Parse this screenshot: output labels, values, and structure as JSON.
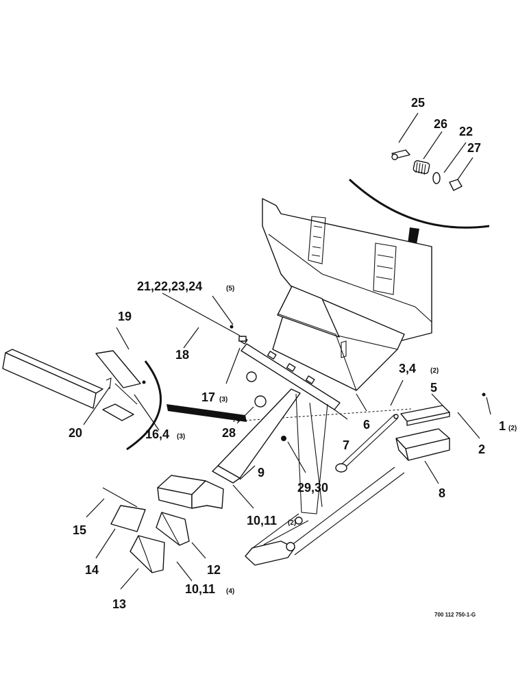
{
  "callouts": [
    {
      "id": "c25",
      "text": "25"
    },
    {
      "id": "c26",
      "text": "26"
    },
    {
      "id": "c22",
      "text": "22"
    },
    {
      "id": "c27",
      "text": "27"
    },
    {
      "id": "c21",
      "text": "21,22,23,24",
      "qty": "(5)"
    },
    {
      "id": "c19",
      "text": "19"
    },
    {
      "id": "c18",
      "text": "18"
    },
    {
      "id": "c17",
      "text": "17",
      "qty": "(3)"
    },
    {
      "id": "c3",
      "text": "3,4",
      "qty": "(2)"
    },
    {
      "id": "c5",
      "text": "5"
    },
    {
      "id": "c20",
      "text": "20"
    },
    {
      "id": "c16",
      "text": "16,4",
      "qty": "(3)"
    },
    {
      "id": "c28",
      "text": "28"
    },
    {
      "id": "c6",
      "text": "6"
    },
    {
      "id": "c7",
      "text": "7"
    },
    {
      "id": "c1",
      "text": "1",
      "qty": "(2)"
    },
    {
      "id": "c2",
      "text": "2"
    },
    {
      "id": "c8",
      "text": "8"
    },
    {
      "id": "c9",
      "text": "9"
    },
    {
      "id": "c2930",
      "text": "29,30"
    },
    {
      "id": "c10a",
      "text": "10,11",
      "qty": "(2)"
    },
    {
      "id": "c15",
      "text": "15"
    },
    {
      "id": "c14",
      "text": "14"
    },
    {
      "id": "c12",
      "text": "12"
    },
    {
      "id": "c10b",
      "text": "10,11",
      "qty": "(4)"
    },
    {
      "id": "c13",
      "text": "13"
    }
  ],
  "figure_ref": "700 112 750-1-G"
}
